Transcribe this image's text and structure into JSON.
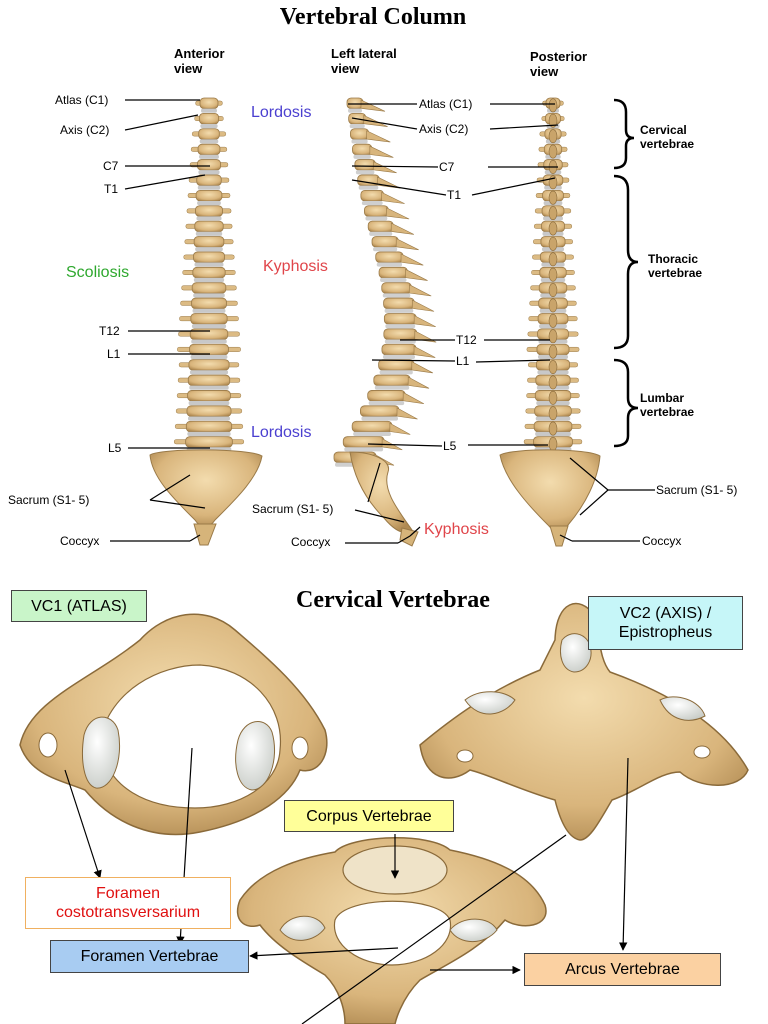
{
  "top": {
    "title": "Vertebral Column",
    "views": {
      "anterior": [
        "Anterior",
        "view"
      ],
      "lateral": [
        "Left lateral",
        "view"
      ],
      "posterior": [
        "Posterior",
        "view"
      ]
    },
    "labels": {
      "atlas": "Atlas (C1)",
      "axis": "Axis (C2)",
      "c7": "C7",
      "t1": "T1",
      "t12": "T12",
      "l1": "L1",
      "l5": "L5",
      "sacrum": "Sacrum (S1- 5)",
      "coccyx": "Coccyx"
    },
    "curves": {
      "lordosis": "Lordosis",
      "kyphosis": "Kyphosis",
      "scoliosis": "Scoliosis"
    },
    "regions": {
      "cervical": [
        "Cervical",
        "vertebrae"
      ],
      "thoracic": [
        "Thoracic",
        "vertebrae"
      ],
      "lumbar": [
        "Lumbar",
        "vertebrae"
      ]
    }
  },
  "bottom": {
    "title": "Cervical Vertebrae",
    "boxes": {
      "vc1": "VC1 (ATLAS)",
      "vc2": [
        "VC2 (AXIS) /",
        "Epistropheus"
      ],
      "corpus": "Corpus Vertebrae",
      "foramen_costo": [
        "Foramen",
        "costotransversarium"
      ],
      "foramen_vert": "Foramen  Vertebrae",
      "arcus": "Arcus Vertebrae"
    }
  },
  "colors": {
    "bone": "#e3c48f",
    "bone_dark": "#b9935a",
    "disc": "#c8c8c8",
    "lordosis": "#4a3fd0",
    "kyphosis": "#e0454a",
    "scoliosis": "#2ea82e",
    "vc1_box": "#c9f5c9",
    "vc2_box": "#c6f6f8",
    "corpus_box": "#ffff99",
    "foramen_vert_box": "#a8ccf2",
    "arcus_box": "#fbd1a2",
    "costo_text": "#e01010",
    "costo_border": "#f0b060"
  }
}
